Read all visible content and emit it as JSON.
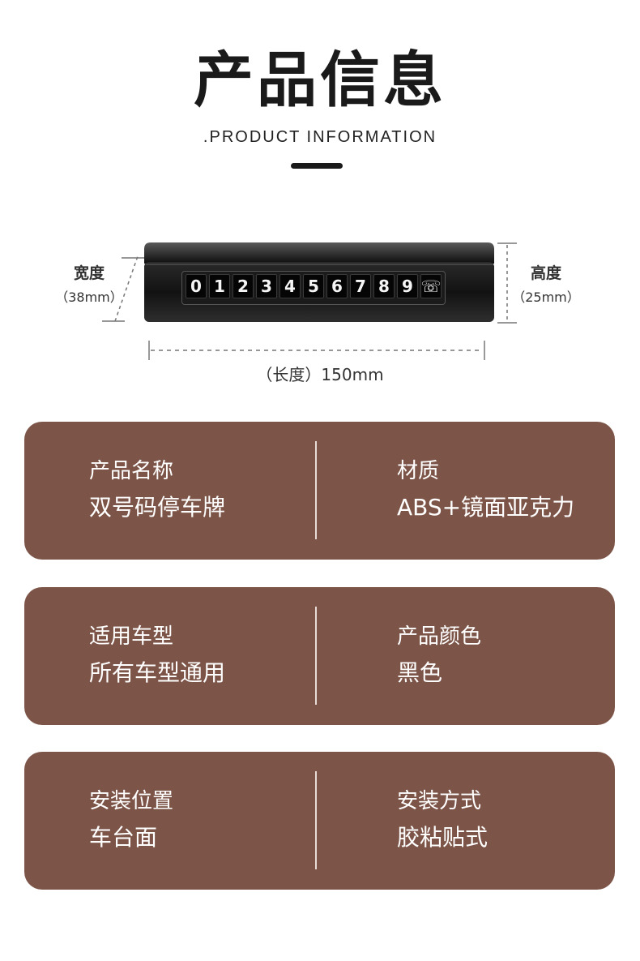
{
  "header": {
    "title": "产品信息",
    "subtitle": ".PRODUCT INFORMATION"
  },
  "diagram": {
    "width_label": "宽度",
    "width_value": "（38mm）",
    "height_label": "高度",
    "height_value": "（25mm）",
    "length_label": "（长度）150mm",
    "digits": [
      "0",
      "1",
      "2",
      "3",
      "4",
      "5",
      "6",
      "7",
      "8",
      "9",
      "☏"
    ]
  },
  "specs": [
    {
      "left_label": "产品名称",
      "left_value": "双号码停车牌",
      "right_label": "材质",
      "right_value": "ABS+镜面亚克力"
    },
    {
      "left_label": "适用车型",
      "left_value": "所有车型通用",
      "right_label": "产品颜色",
      "right_value": "黑色"
    },
    {
      "left_label": "安装位置",
      "left_value": "车台面",
      "right_label": "安装方式",
      "right_value": "胶粘贴式"
    }
  ],
  "colors": {
    "card_bg": "#7d5548",
    "title": "#1a1a1a"
  }
}
